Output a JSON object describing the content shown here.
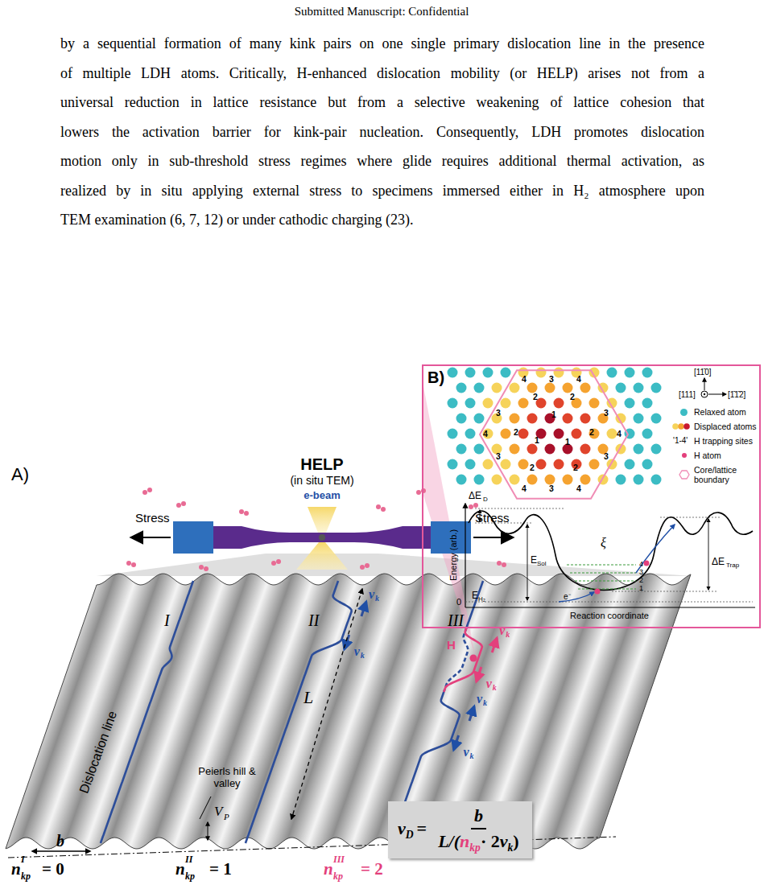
{
  "diagram": {
    "nodes": [
      {
        "text": [
          "B)"
        ]
      },
      {
        "text": [
          "v",
          "D",
          "=",
          "b",
          "L/(",
          "n",
          "kp",
          "· 2",
          "v",
          "k",
          ")"
        ]
      }
    ],
    "labels": [
      "Submitted Manuscript: Confidential",
      "by a sequential formation of many kink pairs on one single primary dislocation line in the presence",
      "of multiple LDH atoms. Critically, H-enhanced dislocation mobility (or HELP) arises not from a",
      "universal reduction in lattice resistance but from a selective weakening of lattice cohesion that",
      "lowers the activation barrier for kink-pair nucleation. Consequently, LDH promotes dislocation",
      "motion only in sub-threshold stress regimes where glide requires additional thermal activation, as",
      "realized by in situ applying external stress to specimens immersed either in H₂ atmosphere upon",
      "TEM examination (6, 7, 12) or under cathodic charging (23).",
      "A)",
      "HELP",
      "(in situ TEM)",
      "e-beam",
      "Stress",
      "Stress",
      "I",
      "II",
      "III",
      "L",
      "Dislocation line",
      "b",
      "Peierls hill & valley",
      "V",
      "P",
      "v",
      "k",
      "v",
      "k",
      "v",
      "k",
      "v",
      "k",
      "v",
      "k",
      "v",
      "k",
      "H",
      "n",
      "kp",
      "I",
      "= 0",
      "n",
      "kp",
      "II",
      "= 1",
      "n",
      "kp",
      "III",
      "= 2",
      "[11̄0]",
      "[111]",
      "[1̄1̄2]",
      "'1-4'",
      "1",
      "1",
      "1",
      "2",
      "2",
      "2",
      "2",
      "2",
      "2",
      "3",
      "3",
      "3",
      "3",
      "3",
      "3",
      "4",
      "4",
      "4",
      "4",
      "4",
      "4",
      "ΔE",
      "D",
      "E",
      "Sol",
      "ΔE",
      "Trap",
      "E",
      "H₂",
      "0",
      "Energy (arb.)",
      "Reaction coordinate",
      "ξ",
      "e⁻",
      "1",
      "2",
      "3",
      "4"
    ],
    "legend": [
      {
        "text": "Relaxed atom",
        "color": "#3cbcc4"
      },
      {
        "text": "Displaced atoms"
      },
      {
        "text": "H trapping sites"
      },
      {
        "text": "H atom",
        "color": "#e3407c"
      },
      {
        "text": "Core/lattice boundary"
      }
    ]
  }
}
